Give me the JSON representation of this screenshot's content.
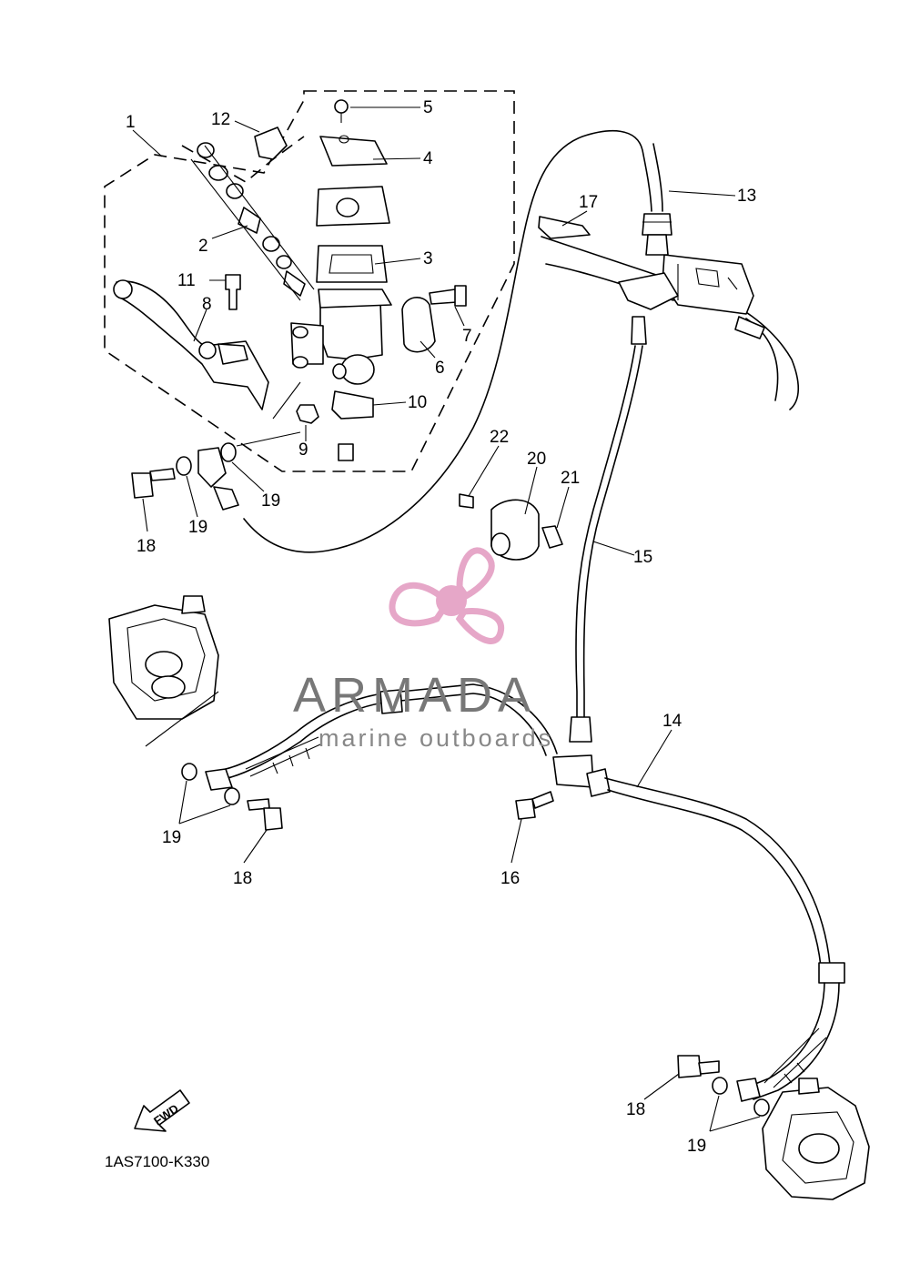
{
  "diagram": {
    "callouts": [
      "1",
      "2",
      "3",
      "4",
      "5",
      "6",
      "7",
      "8",
      "9",
      "10",
      "11",
      "12",
      "13",
      "14",
      "15",
      "16",
      "17",
      "18",
      "19",
      "20",
      "21",
      "22"
    ],
    "diagram_code": "1AS7100-K330",
    "direction_marker": "FWD"
  },
  "watermark": {
    "title": "ARMADA",
    "subtitle": "marine outboards",
    "accent_color": "#e6a7c8",
    "icon": "propeller-icon"
  }
}
